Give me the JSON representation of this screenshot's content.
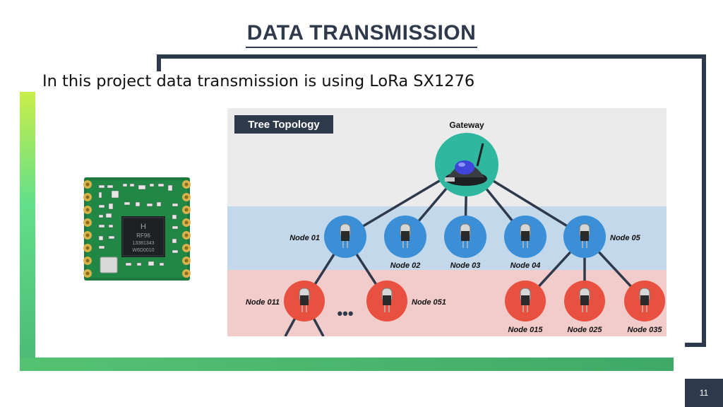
{
  "slide": {
    "title": "DATA TRANSMISSION",
    "subtitle": "In this project data transmission is using LoRa SX1276",
    "page_number": "11"
  },
  "colors": {
    "dark_navy": "#2e3a4b",
    "green_accent": "#4bb874",
    "gateway": "#2fb7a0",
    "node_blue": "#3b8fd6",
    "node_red": "#e8503f",
    "band_blue": "#c4d8ec",
    "band_red": "#f2cbcb"
  },
  "chip": {
    "markings": [
      "H",
      "RF96",
      "13381343",
      "W6D0010"
    ],
    "icon": "lora-chip-image"
  },
  "diagram": {
    "label": "Tree Topology",
    "gateway": {
      "label": "Gateway",
      "icon": "gateway-device-icon"
    },
    "level1": [
      {
        "id": "n01",
        "label": "Node 01"
      },
      {
        "id": "n02",
        "label": "Node 02"
      },
      {
        "id": "n03",
        "label": "Node 03"
      },
      {
        "id": "n04",
        "label": "Node 04"
      },
      {
        "id": "n05",
        "label": "Node 05"
      }
    ],
    "level2": [
      {
        "id": "n011",
        "label": "Node 011"
      },
      {
        "id": "n051",
        "label": "Node 051"
      },
      {
        "id": "n015",
        "label": "Node 015"
      },
      {
        "id": "n025",
        "label": "Node 025"
      },
      {
        "id": "n035",
        "label": "Node 035"
      }
    ],
    "ellipsis": "•••",
    "node_icon": "sensor-probe-icon"
  }
}
